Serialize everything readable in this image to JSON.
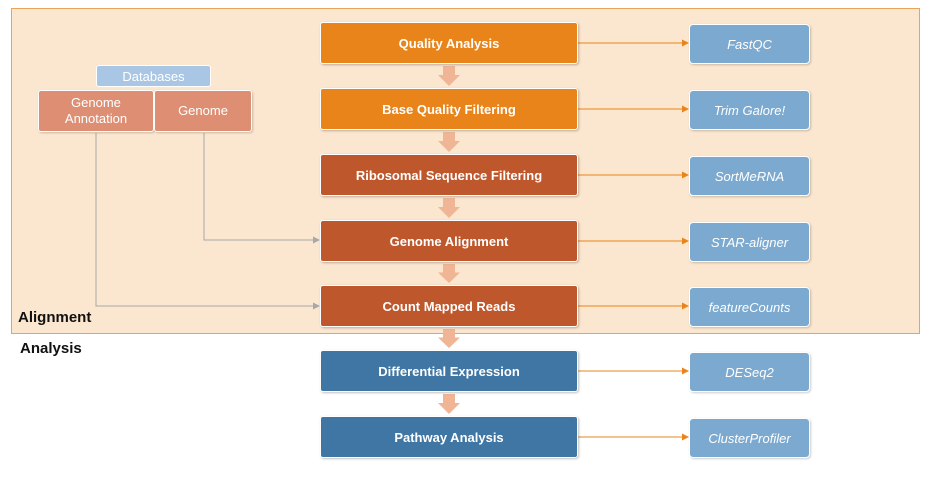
{
  "regions": {
    "alignment": {
      "label": "Alignment"
    },
    "analysis": {
      "label": "Analysis"
    }
  },
  "databases": {
    "title": "Databases",
    "genome_annotation": "Genome\nAnnotation",
    "genome": "Genome"
  },
  "steps": [
    {
      "label": "Quality Analysis",
      "tool": "FastQC",
      "color": "#e8841a"
    },
    {
      "label": "Base Quality Filtering",
      "tool": "Trim Galore!",
      "color": "#e8841a"
    },
    {
      "label": "Ribosomal Sequence Filtering",
      "tool": "SortMeRNA",
      "color": "#bf572c"
    },
    {
      "label": "Genome Alignment",
      "tool": "STAR-aligner",
      "color": "#bf572c"
    },
    {
      "label": "Count Mapped Reads",
      "tool": "featureCounts",
      "color": "#bf572c"
    },
    {
      "label": "Differential Expression",
      "tool": "DESeq2",
      "color": "#3f76a3"
    },
    {
      "label": "Pathway Analysis",
      "tool": "ClusterProfiler",
      "color": "#3f76a3"
    }
  ],
  "colors": {
    "tool_box": "#7ba9cf",
    "arrow_orange": "#e8841a",
    "down_arrow": "#efb595",
    "connector_gray": "#a8a8a8",
    "region_fill": "#fbe6cf"
  }
}
